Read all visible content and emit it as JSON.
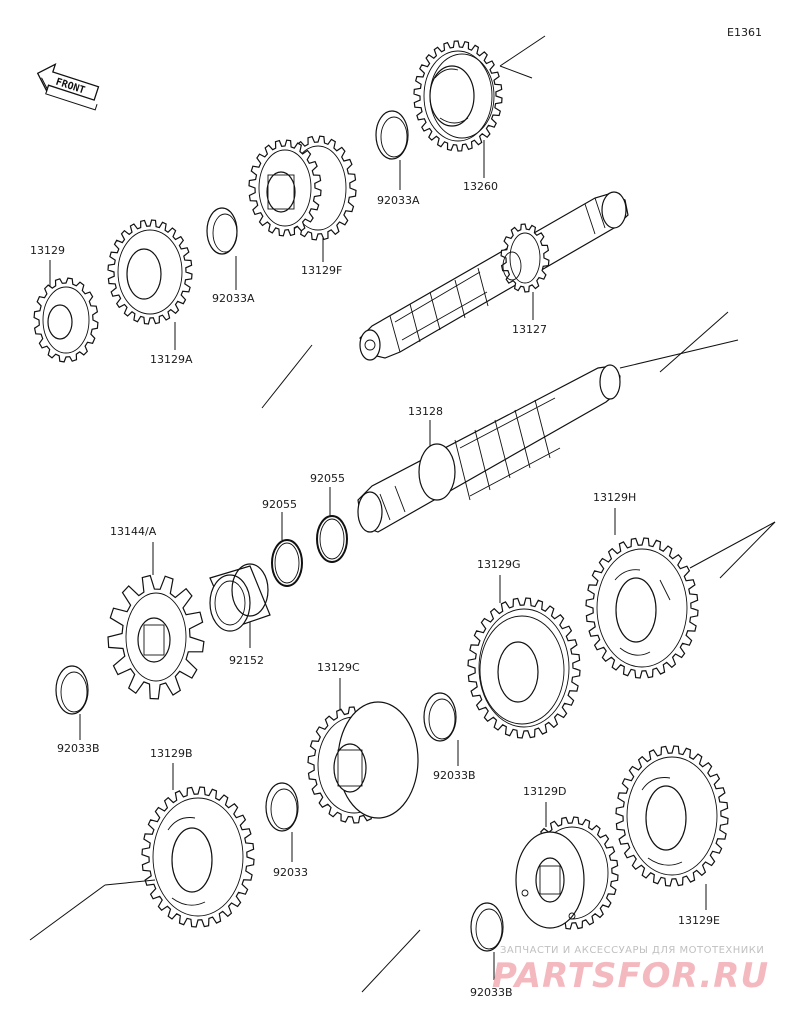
{
  "diagram_code": "E1361",
  "front_label": "FRONT",
  "parts": {
    "p13260": "13260",
    "p92033A_1": "92033A",
    "p13129F": "13129F",
    "p92033A_2": "92033A",
    "p13129": "13129",
    "p13129A": "13129A",
    "p13127": "13127",
    "p13128": "13128",
    "p92055_1": "92055",
    "p92055_2": "92055",
    "p13144A": "13144/A",
    "p92152": "92152",
    "p13129H": "13129H",
    "p13129G": "13129G",
    "p13129C": "13129C",
    "p92033B_1": "92033B",
    "p92033B_2": "92033B",
    "p13129B": "13129B",
    "p92033": "92033",
    "p13129D": "13129D",
    "p13129E": "13129E",
    "p92033B_3": "92033B"
  },
  "watermark": {
    "subtitle": "ЗАПЧАСТИ И АКСЕССУАРЫ ДЛЯ МОТОТЕХНИКИ",
    "brand": "PARTSFOR.RU"
  }
}
